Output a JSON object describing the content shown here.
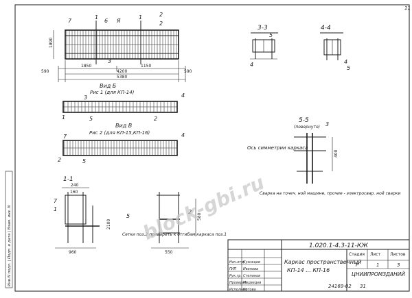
{
  "watermark": "block-gbi.ru",
  "corner_mark": "11",
  "left_stamp": "Инв.N подл. | Подп. и дата | Взам. инв. N",
  "views": {
    "v33": "3-3",
    "v44": "4-4",
    "v55": "5-5",
    "v55_note": "(повернуто)",
    "v11": "1-1",
    "vidB": "Вид Б",
    "vidB_sub": "Рис 1 (для КП-14)",
    "vidV": "Вид В",
    "vidV_sub": "Рис 2 (для КП-15,КП-16)"
  },
  "cut_marks": {
    "cut1": "1",
    "cut2": "2",
    "cutA": "Я"
  },
  "dims": {
    "d_1850": "1850",
    "d_1150": "1150",
    "d_4200": "4200",
    "d_5380": "5380",
    "d_590a": "590",
    "d_590b": "590",
    "d_1890": "1890",
    "d_2100": "2100",
    "d_240": "240",
    "d_160": "160",
    "d_960": "960",
    "d_400": "400",
    "d_550": "550",
    "d_580": "580"
  },
  "callouts": {
    "c7a": "7",
    "c6a": "6",
    "c1a": "1",
    "c2a": "2",
    "c3a": "3",
    "c5a": "5",
    "c4a": "4",
    "c3b": "3",
    "c1b": "1",
    "c5b": "5",
    "c2b": "2",
    "c7b": "7",
    "c4b": "4",
    "c4c": "4",
    "c5c": "5",
    "c3c": "3",
    "c4d": "4",
    "c7c": "7",
    "c1c": "1",
    "c5d": "5",
    "c2c": "2"
  },
  "notes": {
    "n1": "Ось симметрии каркаса",
    "n2": "Сварка на точеч. ной машине, прочие - электросвар. ной сварки",
    "n3": "Сетки поз.2 приварить к отгибам каркаса поз.1"
  },
  "titleblock": {
    "doc_code": "1.020.1-4.3-11-КЖ",
    "name_line1": "Каркас пространственный",
    "name_line2": "КП-14 ... КП-16",
    "stage_h": "Стадия",
    "sheet_h": "Лист",
    "sheets_h": "Листов",
    "stage": "Р",
    "sheet": "1",
    "sheets": "3",
    "org": "ЦНИИПРОМЗДАНИЙ",
    "roles": [
      "Нач.отд.",
      "ГИП",
      "Рук.гр.",
      "Проверил",
      "Исполнил"
    ],
    "names": [
      "Кузнецов",
      "Иванова",
      "Степанов",
      "Медведев",
      "Котова"
    ],
    "bottom_left": "24169-02",
    "bottom_right": "31"
  }
}
